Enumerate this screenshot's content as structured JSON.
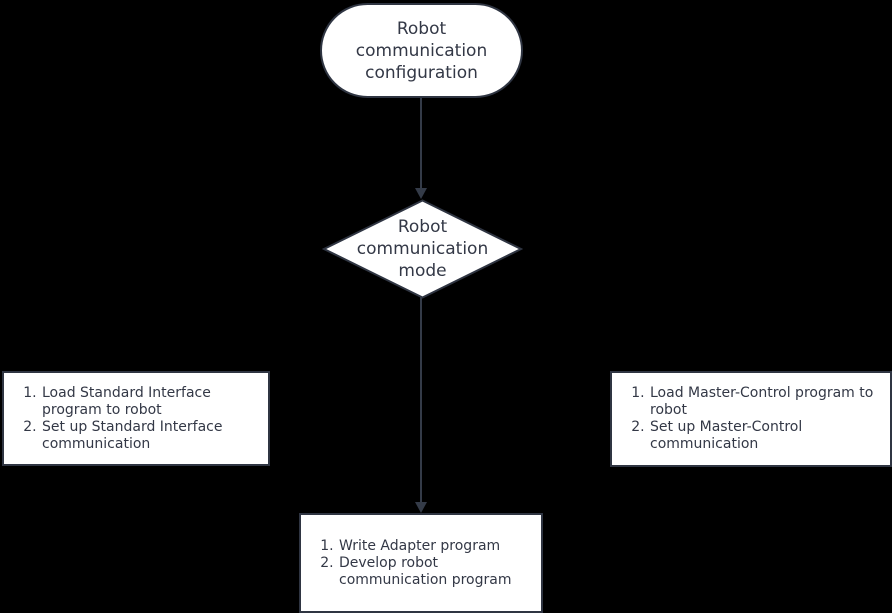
{
  "flowchart": {
    "start": {
      "label": "Robot\ncommunication\nconfiguration"
    },
    "decision": {
      "label": "Robot\ncommunication\nmode"
    },
    "standard_interface_box": {
      "items": [
        "Load Standard Interface program to robot",
        "Set up Standard Interface communication"
      ]
    },
    "master_control_box": {
      "items": [
        "Load Master-Control program to robot",
        "Set up Master-Control communication"
      ]
    },
    "adapter_box": {
      "items": [
        "Write Adapter program",
        "Develop robot communication program"
      ]
    },
    "colors": {
      "background": "#000000",
      "node_fill": "#ffffff",
      "node_border": "#2f3542",
      "text": "#333846",
      "connector": "#343b48"
    }
  }
}
